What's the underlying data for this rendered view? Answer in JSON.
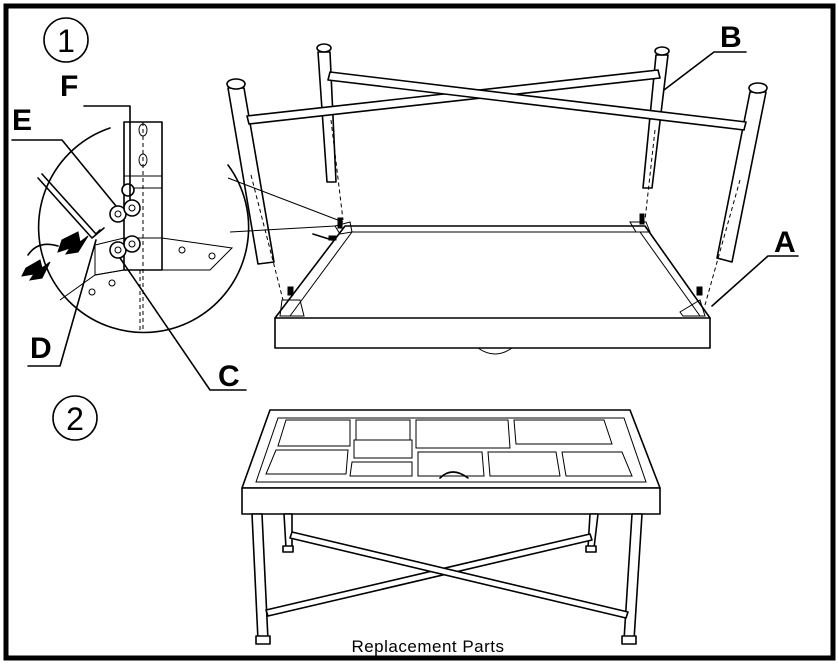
{
  "steps": [
    {
      "number": "1"
    },
    {
      "number": "2"
    }
  ],
  "part_labels": {
    "A": "A",
    "B": "B",
    "C": "C",
    "D": "D",
    "E": "E",
    "F": "F"
  },
  "caption": "Replacement  Parts"
}
